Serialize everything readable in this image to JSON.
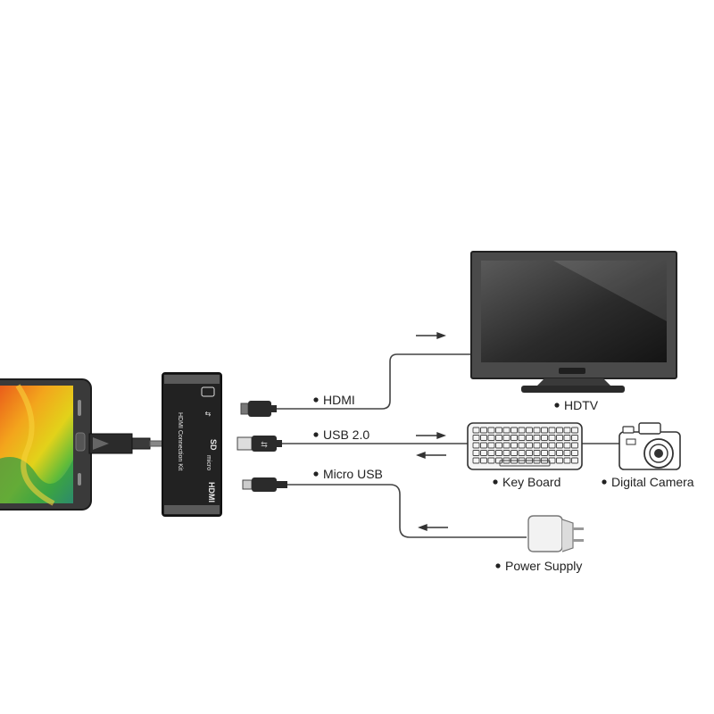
{
  "labels": {
    "hdmi": "HDMI",
    "usb": "USB 2.0",
    "micro_usb": "Micro USB",
    "hdtv": "HDTV",
    "keyboard": "Key Board",
    "camera": "Digital Camera",
    "power": "Power Supply"
  },
  "adapter": {
    "brand": "HDMI Connection Kit",
    "hdmi_logo": "HDMI",
    "sd_logo": "SD",
    "micro_logo": "micro"
  },
  "colors": {
    "cable": "#444444",
    "device_dark": "#2a2a2a",
    "text": "#222222"
  }
}
